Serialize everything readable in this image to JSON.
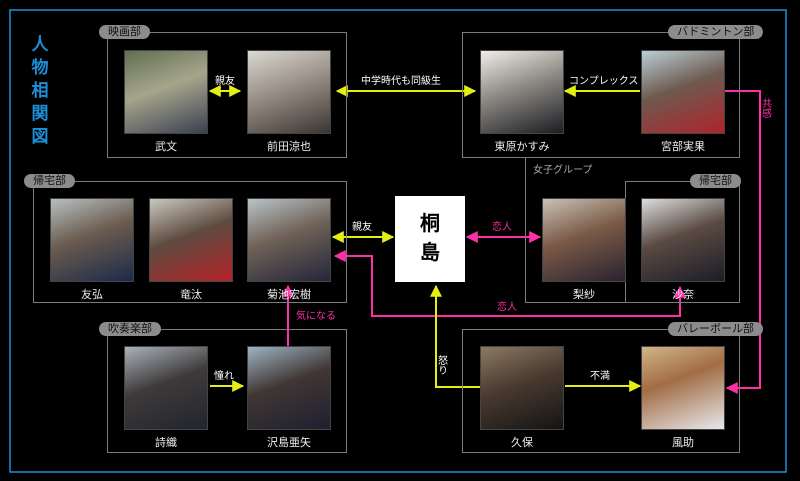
{
  "title": "人物相関図",
  "center": {
    "name": "桐島"
  },
  "groups": {
    "eiga": "映画部",
    "badminton": "バドミントン部",
    "kitaku1": "帰宅部",
    "kitaku2": "帰宅部",
    "suisou": "吹奏楽部",
    "volley": "バレーボール部",
    "joshi": "女子グループ"
  },
  "people": {
    "takefumi": "武文",
    "ryoya": "前田涼也",
    "kasumi": "東原かすみ",
    "mika": "宮部実果",
    "tomohiro": "友弘",
    "ryuta": "竜汰",
    "hiroki": "菊池宏樹",
    "risa": "梨紗",
    "sana": "沙奈",
    "shiori": "詩織",
    "aya": "沢島亜矢",
    "kubo": "久保",
    "fusuke": "風助"
  },
  "relations": {
    "shinyu1": "親友",
    "chugaku": "中学時代も同級生",
    "complex": "コンプレックス",
    "kyokan": "共感",
    "shinyu2": "親友",
    "koibito1": "恋人",
    "koibito2": "恋人",
    "kininaru": "気になる",
    "akogare": "憧れ",
    "ikari": "怒り",
    "fuman": "不満"
  },
  "colors": {
    "yellow": "#e4f014",
    "pink": "#ff2fa8",
    "frame": "#1e8fd6",
    "box": "#7c7c7c"
  }
}
